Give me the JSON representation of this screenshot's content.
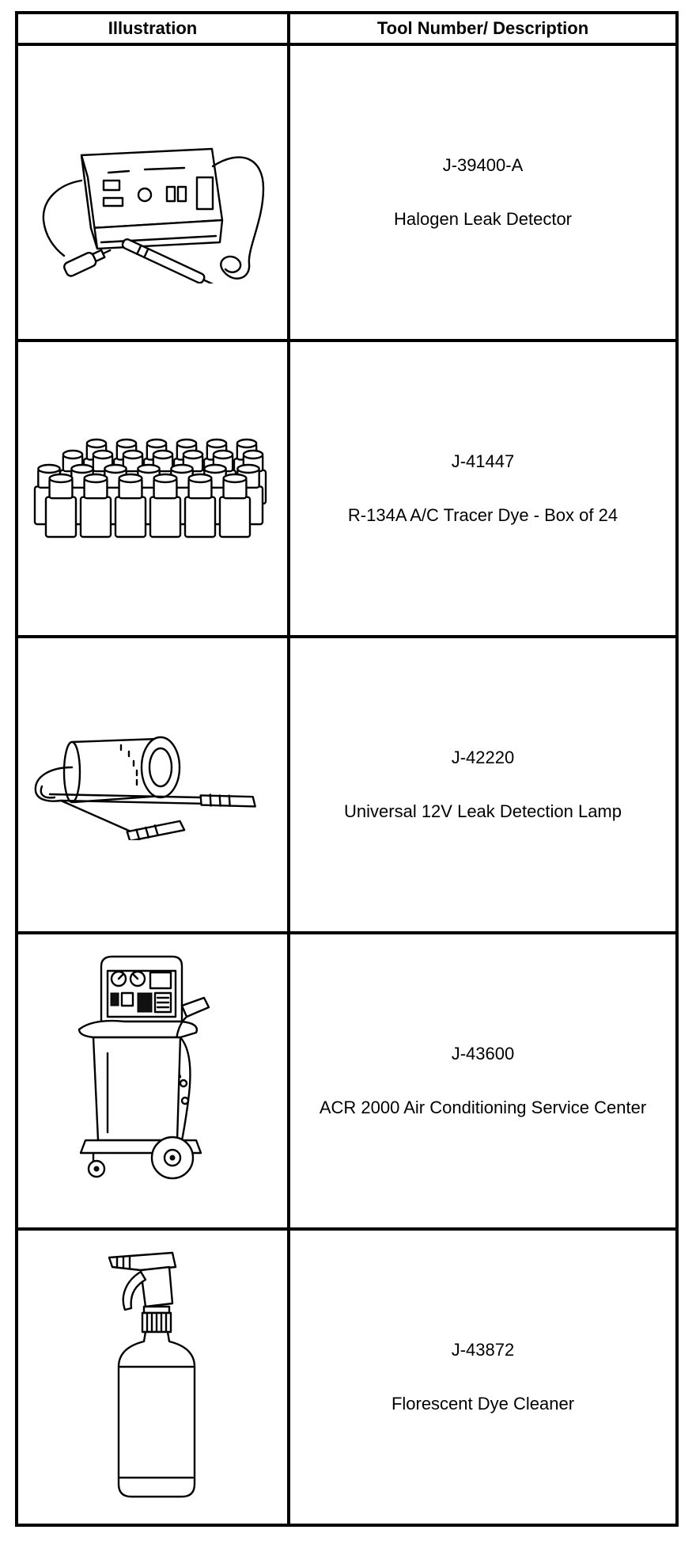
{
  "table": {
    "headers": {
      "illustration": "Illustration",
      "tool": "Tool Number/ Description"
    },
    "rows": [
      {
        "number": "J-39400-A",
        "description": "Halogen Leak Detector",
        "icon": "halogen-leak-detector-icon"
      },
      {
        "number": "J-41447",
        "description": "R-134A A/C Tracer Dye - Box of 24",
        "icon": "tracer-dye-bottles-icon"
      },
      {
        "number": "J-42220",
        "description": "Universal 12V Leak Detection Lamp",
        "icon": "leak-detection-lamp-icon"
      },
      {
        "number": "J-43600",
        "description": "ACR 2000 Air Conditioning Service Center",
        "icon": "ac-service-center-icon"
      },
      {
        "number": "J-43872",
        "description": "Florescent Dye Cleaner",
        "icon": "spray-bottle-icon"
      }
    ]
  }
}
